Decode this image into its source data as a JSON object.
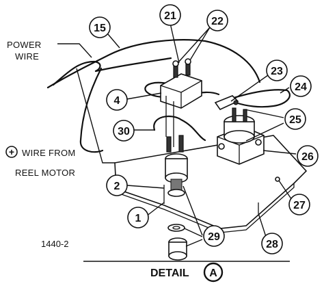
{
  "figure": {
    "id_label": "1440-2",
    "detail_word": "DETAIL",
    "detail_letter": "A"
  },
  "labels": {
    "power_wire_line1": "POWER",
    "power_wire_line2": "WIRE",
    "reel_wire_line1": "WIRE FROM",
    "reel_wire_line2": "REEL MOTOR",
    "plus_symbol": "+"
  },
  "callouts": {
    "c1": "1",
    "c2": "2",
    "c4": "4",
    "c15": "15",
    "c21": "21",
    "c22": "22",
    "c23": "23",
    "c24": "24",
    "c25": "25",
    "c26": "26",
    "c27": "27",
    "c28": "28",
    "c29": "29",
    "c30": "30"
  }
}
